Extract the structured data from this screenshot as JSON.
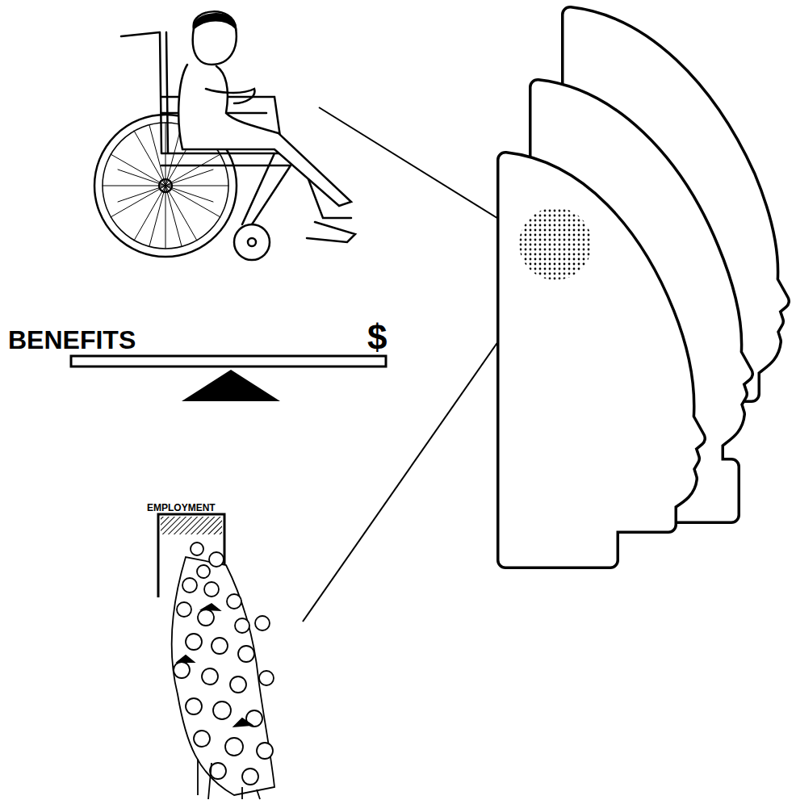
{
  "diagram": {
    "labels": [
      "BENEFITS",
      "$",
      "EMPLOYMENT"
    ]
  }
}
